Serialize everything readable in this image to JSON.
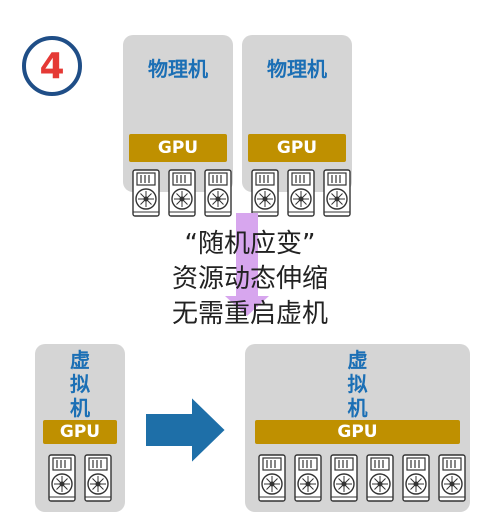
{
  "badge": {
    "number": "4"
  },
  "top": {
    "boxes": [
      {
        "title": "物理机",
        "gpu_label": "GPU",
        "card_count": 3
      },
      {
        "title": "物理机",
        "gpu_label": "GPU",
        "card_count": 3
      }
    ]
  },
  "middle_text": {
    "line1": "“随机应变”",
    "line2": "资源动态伸缩",
    "line3": "无需重启虚机"
  },
  "bottom": {
    "left_box": {
      "title_chars": [
        "虚",
        "拟",
        "机"
      ],
      "gpu_label": "GPU",
      "card_count": 2
    },
    "right_box": {
      "title_chars": [
        "虚",
        "拟",
        "机"
      ],
      "gpu_label": "GPU",
      "card_count": 6
    }
  },
  "colors": {
    "badge_ring": "#1f4e87",
    "badge_number": "#e53935",
    "box_bg": "#d5d5d5",
    "title_blue": "#1b6fb5",
    "gpu_gold": "#bf9000",
    "down_arrow": "#d7a6ee",
    "right_arrow": "#1e6fa8"
  }
}
